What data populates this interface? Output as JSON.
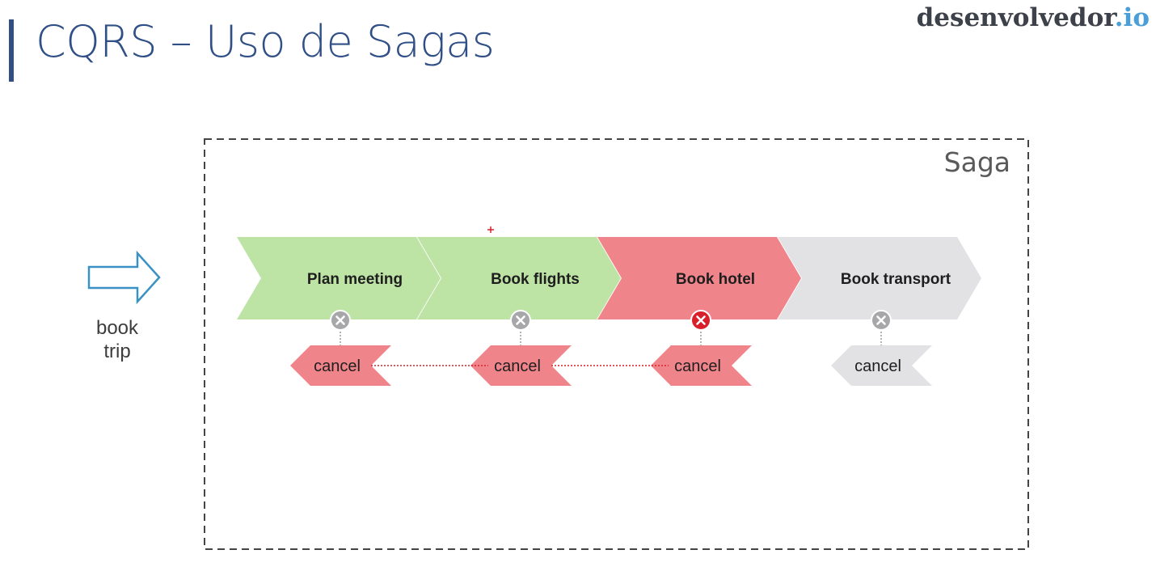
{
  "header": {
    "title": "CQRS – Uso de Sagas",
    "logo_main": "desenvolvedor",
    "logo_tld": ".io"
  },
  "diagram": {
    "saga_label": "Saga",
    "trigger_label_line1": "book",
    "trigger_label_line2": "trip",
    "steps": [
      {
        "label": "Plan meeting",
        "status": "success",
        "cancel_label": "cancel"
      },
      {
        "label": "Book flights",
        "status": "success",
        "cancel_label": "cancel"
      },
      {
        "label": "Book hotel",
        "status": "failed",
        "cancel_label": "cancel"
      },
      {
        "label": "Book transport",
        "status": "pending",
        "cancel_label": "cancel"
      }
    ],
    "colors": {
      "success": "#bde3a5",
      "failed": "#f0848b",
      "pending": "#e2e2e4",
      "cancel_active": "#f0848b",
      "cancel_inactive": "#e2e2e4",
      "x_icon_neutral": "#a7a7a9",
      "x_icon_failed": "#d9202a",
      "arrow_outline": "#3a92c4",
      "dashed_border": "#444444",
      "compensation_link": "#d9202a"
    }
  }
}
